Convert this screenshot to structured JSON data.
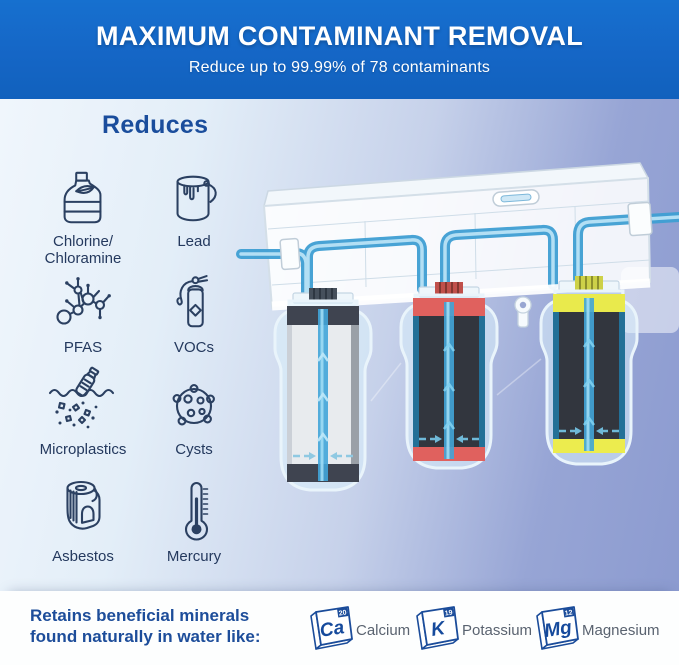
{
  "banner": {
    "title": "MAXIMUM CONTAMINANT REMOVAL",
    "subtitle": "Reduce up to 99.99% of 78 contaminants",
    "bg_color": "#1566c6",
    "text_color": "#ffffff"
  },
  "reduces": {
    "heading": "Reduces",
    "heading_color": "#1a4d9c",
    "items": [
      {
        "label": "Chlorine/\nChloramine",
        "icon": "bleach-jug-icon"
      },
      {
        "label": "Lead",
        "icon": "paint-can-icon"
      },
      {
        "label": "PFAS",
        "icon": "molecule-icon"
      },
      {
        "label": "VOCs",
        "icon": "fire-extinguisher-icon"
      },
      {
        "label": "Microplastics",
        "icon": "plastic-bottle-water-icon"
      },
      {
        "label": "Cysts",
        "icon": "cyst-cell-icon"
      },
      {
        "label": "Asbestos",
        "icon": "asbestos-roll-icon"
      },
      {
        "label": "Mercury",
        "icon": "thermometer-icon"
      }
    ]
  },
  "illustration": {
    "name": "three-stage-water-filter-cutaway",
    "stage1_color": "#3f4450",
    "stage2_color": "#e0615e",
    "stage3_color": "#e9ea4c",
    "pipe_color": "#3f9fd3"
  },
  "retains": {
    "heading": "Retains beneficial minerals\nfound naturally in water like:",
    "minerals": [
      {
        "symbol": "Ca",
        "number": "20",
        "name": "Calcium"
      },
      {
        "symbol": "K",
        "number": "19",
        "name": "Potassium"
      },
      {
        "symbol": "Mg",
        "number": "12",
        "name": "Magnesium"
      }
    ]
  }
}
